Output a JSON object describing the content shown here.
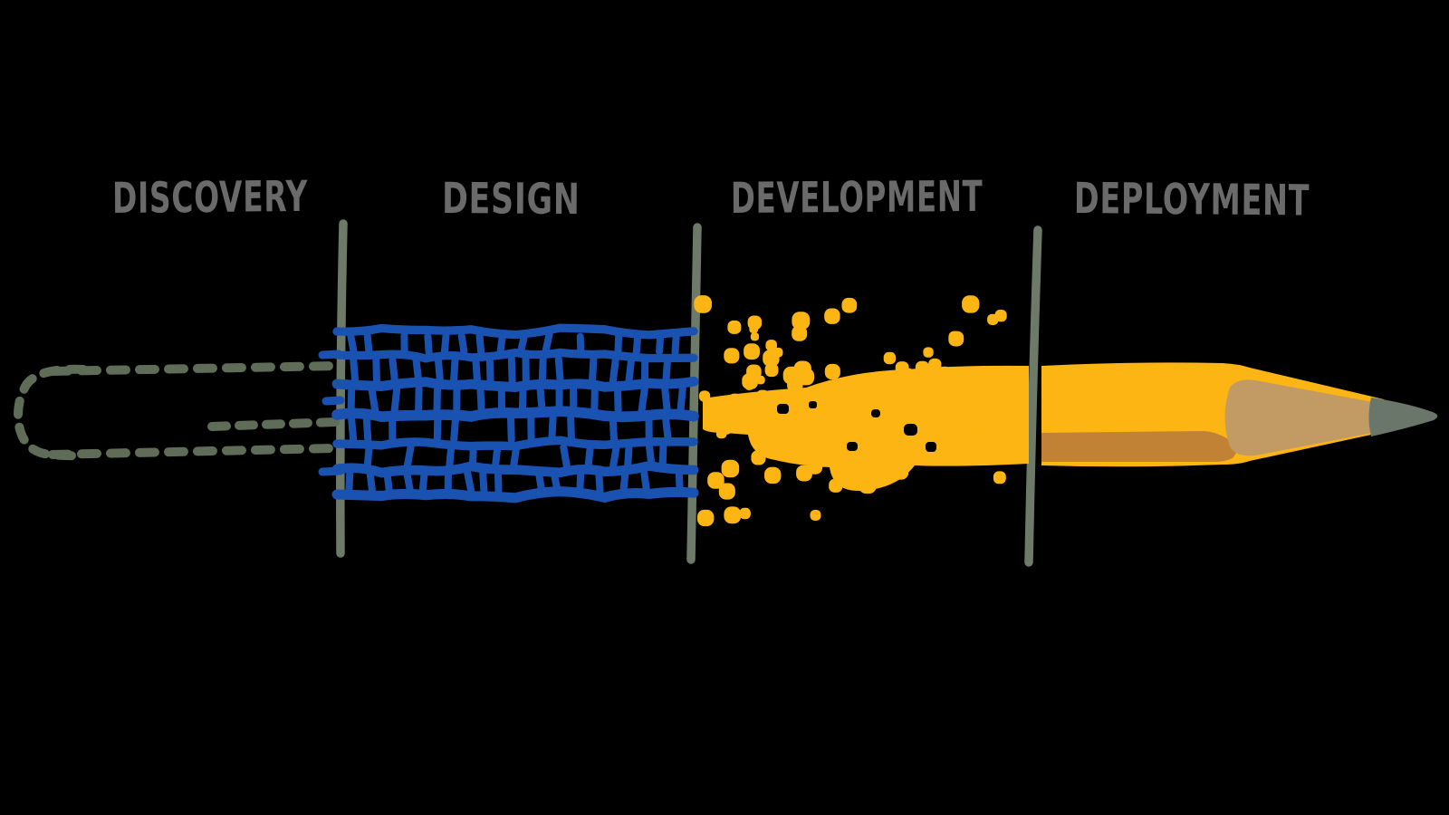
{
  "phases": [
    {
      "label": "DISCOVERY",
      "illustration": "dashed-outline-pencil-sketch"
    },
    {
      "label": "DESIGN",
      "illustration": "blue-wireframe-mesh-pencil"
    },
    {
      "label": "DEVELOPMENT",
      "illustration": "yellow-pixel-dots-coalescing-pencil"
    },
    {
      "label": "DEPLOYMENT",
      "illustration": "finished-sharpened-pencil"
    }
  ],
  "colors": {
    "background": "#000000",
    "label_text": "#6a6a6a",
    "divider_line": "#6e7a68",
    "sketch_outline": "#5e6c58",
    "wireframe_blue": "#1a52b2",
    "pencil_yellow": "#fdb513",
    "pencil_shadow_brown": "#c18236",
    "pencil_wood_tan": "#c19b63",
    "pencil_graphite": "#6a766a"
  }
}
